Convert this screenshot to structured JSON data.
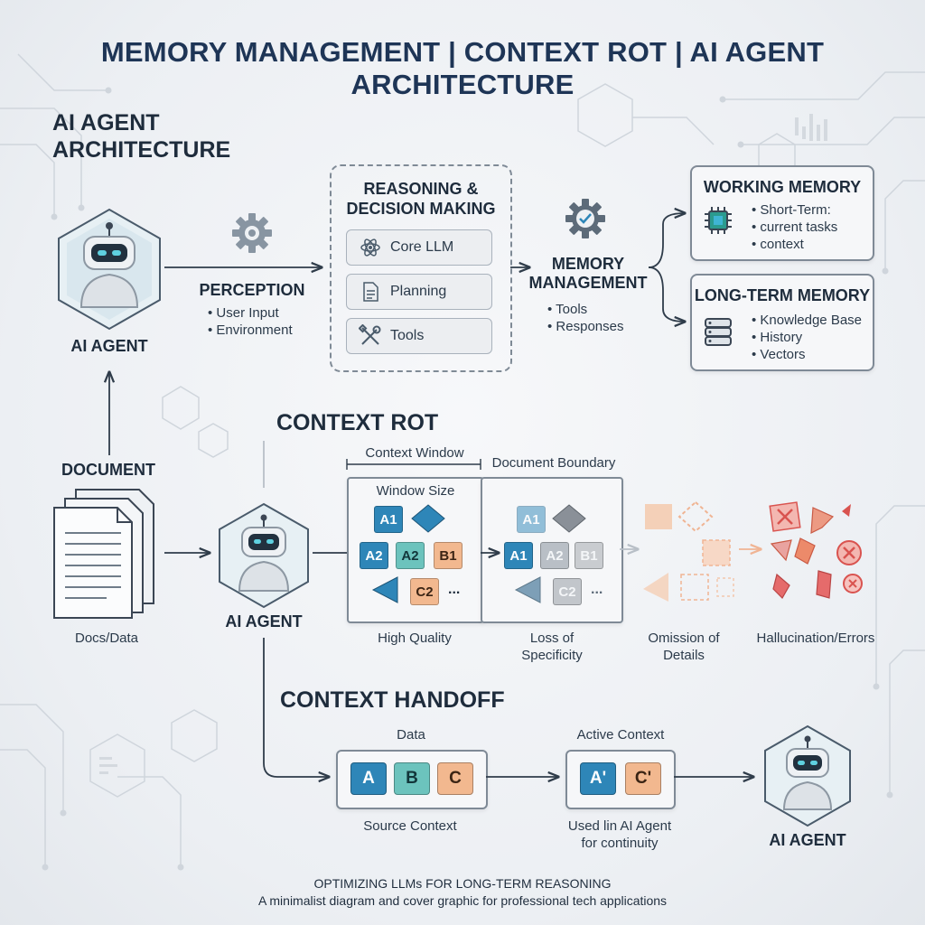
{
  "title": "MEMORY MANAGEMENT | CONTEXT ROT | AI AGENT ARCHITECTURE",
  "architecture": {
    "section_title_line1": "AI AGENT",
    "section_title_line2": "ARCHITECTURE",
    "agent_label": "AI AGENT",
    "perception": {
      "title": "PERCEPTION",
      "items": [
        "User Input",
        "Environment"
      ]
    },
    "reasoning": {
      "title_line1": "REASONING &",
      "title_line2": "DECISION MAKING",
      "items": [
        "Core LLM",
        "Planning",
        "Tools"
      ]
    },
    "memory_management": {
      "title_line1": "MEMORY",
      "title_line2": "MANAGEMENT",
      "items": [
        "Tools",
        "Responses"
      ]
    },
    "working_memory": {
      "title": "WORKING MEMORY",
      "items": [
        "Short-Term:",
        "current tasks",
        "context"
      ]
    },
    "long_term_memory": {
      "title": "LONG-TERM MEMORY",
      "items": [
        "Knowledge Base",
        "History",
        "Vectors"
      ]
    }
  },
  "context_rot": {
    "section_title": "CONTEXT ROT",
    "document_label": "DOCUMENT",
    "docs_caption": "Docs/Data",
    "agent_label": "AI AGENT",
    "context_window_label": "Context Window",
    "document_boundary_label": "Document Boundary",
    "window_size_label": "Window Size",
    "tiles_high": [
      "A1",
      "A2",
      "A2",
      "B1",
      "C2"
    ],
    "tiles_loss": [
      "A1",
      "A1",
      "A2",
      "B1",
      "C2"
    ],
    "ellipsis": "...",
    "stages": [
      "High Quality",
      "Loss of\nSpecificity",
      "Omission of\nDetails",
      "Hallucination/Errors"
    ]
  },
  "context_handoff": {
    "section_title": "CONTEXT HANDOFF",
    "data_label": "Data",
    "source_tiles": [
      "A",
      "B",
      "C"
    ],
    "source_caption": "Source Context",
    "active_label": "Active Context",
    "active_tiles": [
      "A'",
      "C'"
    ],
    "active_caption_line1": "Used lin AI Agent",
    "active_caption_line2": "for continuity",
    "agent_label": "AI AGENT"
  },
  "footer": {
    "line1": "OPTIMIZING LLMs FOR LONG-TERM REASONING",
    "line2": "A minimalist diagram and cover graphic for professional tech applications"
  },
  "colors": {
    "blue": "#2e86b8",
    "teal": "#6cc3bd",
    "peach": "#f2b88f",
    "error_red": "#e0605a",
    "title_navy": "#1e3556"
  }
}
